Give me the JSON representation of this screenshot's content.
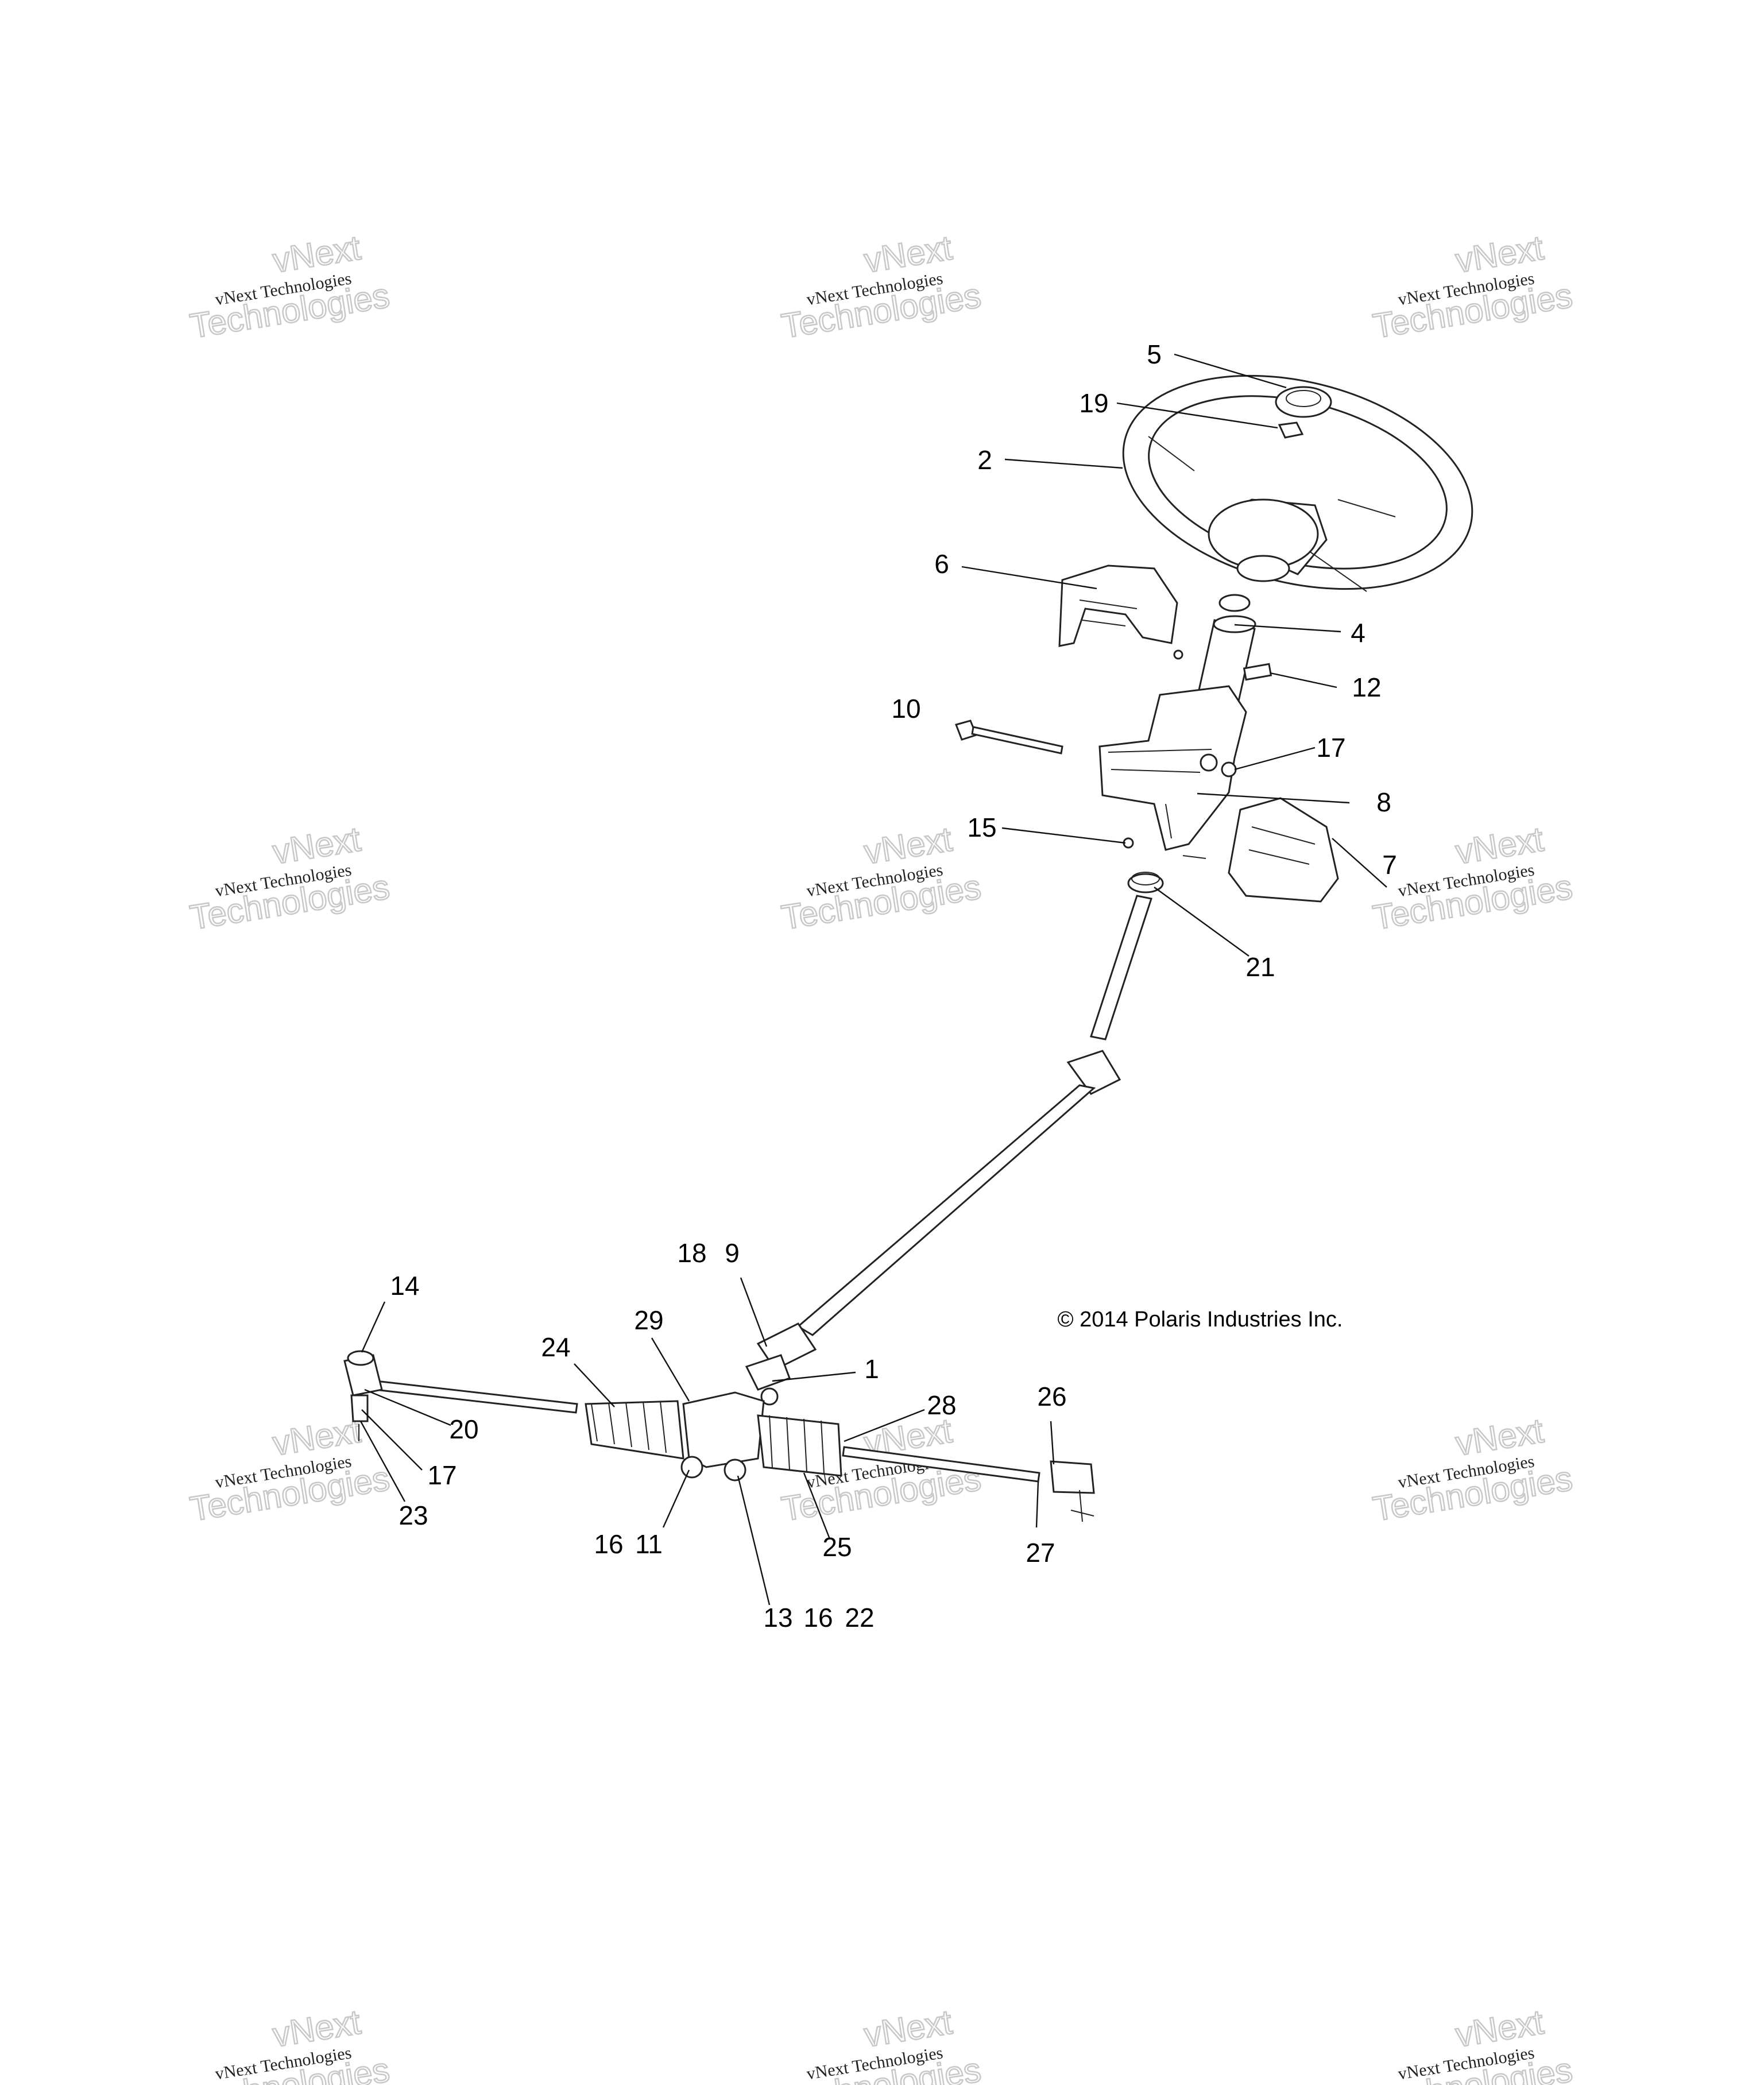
{
  "callouts": [
    {
      "id": "c5",
      "label": "5"
    },
    {
      "id": "c19",
      "label": "19"
    },
    {
      "id": "c2",
      "label": "2"
    },
    {
      "id": "c6",
      "label": "6"
    },
    {
      "id": "c4",
      "label": "4"
    },
    {
      "id": "c12",
      "label": "12"
    },
    {
      "id": "c10",
      "label": "10"
    },
    {
      "id": "c17a",
      "label": "17"
    },
    {
      "id": "c8",
      "label": "8"
    },
    {
      "id": "c15",
      "label": "15"
    },
    {
      "id": "c7",
      "label": "7"
    },
    {
      "id": "c21",
      "label": "21"
    },
    {
      "id": "c18",
      "label": "18"
    },
    {
      "id": "c9",
      "label": "9"
    },
    {
      "id": "c14",
      "label": "14"
    },
    {
      "id": "c29",
      "label": "29"
    },
    {
      "id": "c24",
      "label": "24"
    },
    {
      "id": "c1",
      "label": "1"
    },
    {
      "id": "c28",
      "label": "28"
    },
    {
      "id": "c26",
      "label": "26"
    },
    {
      "id": "c20",
      "label": "20"
    },
    {
      "id": "c17b",
      "label": "17"
    },
    {
      "id": "c23",
      "label": "23"
    },
    {
      "id": "c16a",
      "label": "16"
    },
    {
      "id": "c11",
      "label": "11"
    },
    {
      "id": "c25",
      "label": "25"
    },
    {
      "id": "c27",
      "label": "27"
    },
    {
      "id": "c13",
      "label": "13"
    },
    {
      "id": "c16b",
      "label": "16"
    },
    {
      "id": "c22",
      "label": "22"
    }
  ],
  "copyright": "© 2014 Polaris Industries Inc.",
  "watermark": {
    "line1": "vNext Technologies",
    "outline": "vNext",
    "outline2": "Technologies"
  }
}
